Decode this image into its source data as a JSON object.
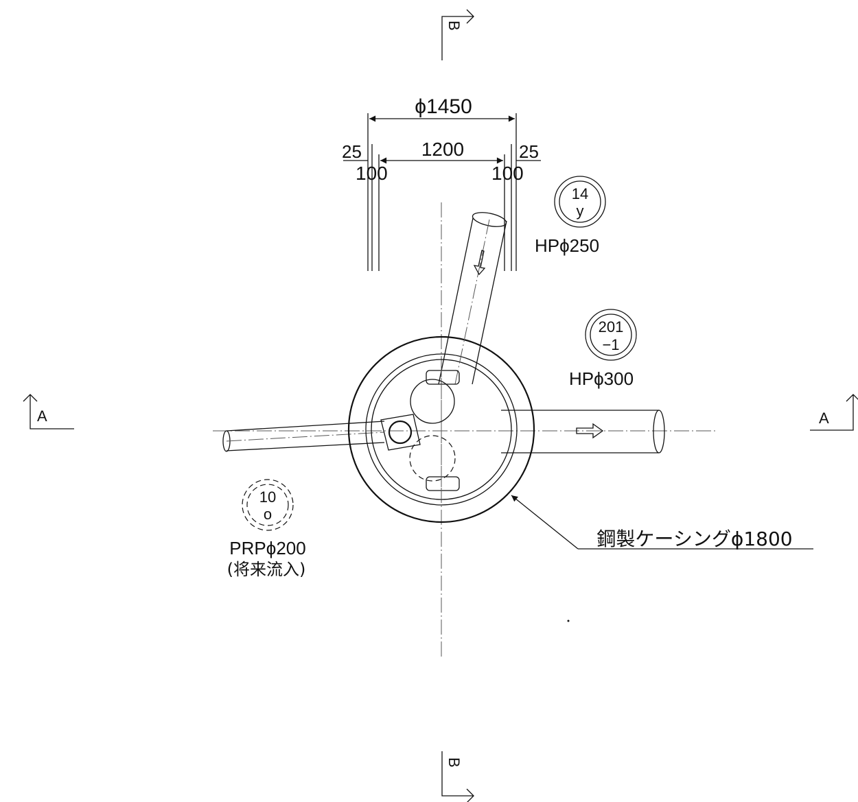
{
  "section_marks": {
    "top": "B",
    "bottom": "B",
    "left": "A",
    "right": "A"
  },
  "dimensions": {
    "overall": "ϕ1450",
    "inner": "1200",
    "left_outer": "25",
    "left_inner": "100",
    "right_outer": "25",
    "right_inner": "100"
  },
  "pipes": {
    "inlet_top": {
      "tag_top": "14",
      "tag_bottom": "y",
      "spec": "HPϕ250"
    },
    "outlet_right": {
      "tag_top": "201",
      "tag_bottom": "−1",
      "spec": "HPϕ300"
    },
    "future_left": {
      "tag_top": "10",
      "tag_bottom": "o",
      "spec": "PRPϕ200",
      "note": "(将来流入)"
    }
  },
  "casing_label": "鋼製ケーシングϕ1800"
}
